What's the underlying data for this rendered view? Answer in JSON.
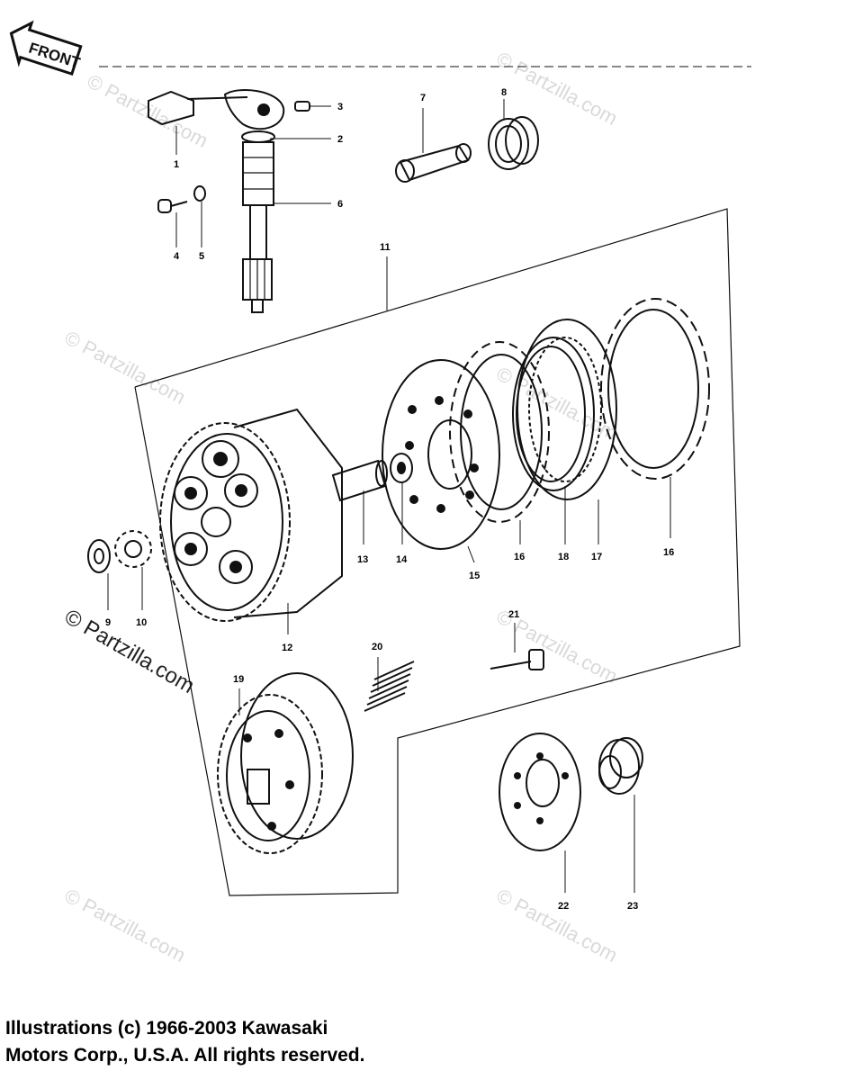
{
  "front_tag": "FRONT",
  "watermarks": {
    "text": "© Partzilla.com",
    "emphasized": "© Partzilla.com"
  },
  "callouts": {
    "c1": "1",
    "c2": "2",
    "c3": "3",
    "c4": "4",
    "c5": "5",
    "c6": "6",
    "c7": "7",
    "c8": "8",
    "c9": "9",
    "c10": "10",
    "c11": "11",
    "c12": "12",
    "c13": "13",
    "c14": "14",
    "c15": "15",
    "c16a": "16",
    "c16b": "16",
    "c17": "17",
    "c18": "18",
    "c19": "19",
    "c20": "20",
    "c21": "21",
    "c22": "22",
    "c23": "23"
  },
  "copyright": {
    "line1": "Illustrations (c) 1966-2003 Kawasaki",
    "line2": "Motors Corp., U.S.A.  All rights reserved."
  }
}
